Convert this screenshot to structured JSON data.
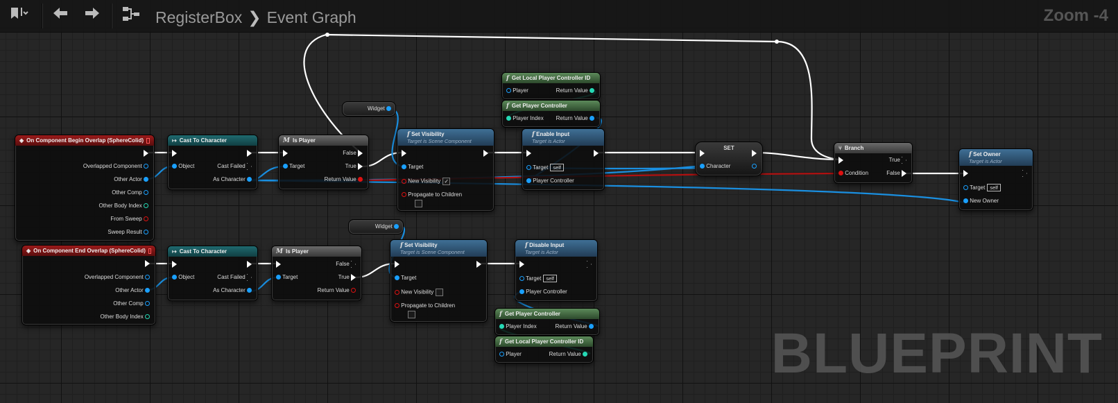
{
  "toolbar": {
    "bookmark_icon": "bookmark-icon",
    "back_icon": "arrow-left-icon",
    "forward_icon": "arrow-right-icon",
    "graph_icon": "graph-hierarchy-icon",
    "breadcrumb_parent": "RegisterBox",
    "breadcrumb_current": "Event Graph",
    "zoom": "Zoom -4"
  },
  "watermark": "BLUEPRINT",
  "colors": {
    "exec": "#ffffff",
    "object_pin": "#1aa0ff",
    "int_pin": "#25d9b5",
    "bool_pin": "#d11111",
    "event_header": "#9b1a1a",
    "cast_header": "#1f6a6f",
    "function_header": "#3f6f95",
    "pure_function_header": "#5c8a5a"
  },
  "nodes": {
    "begin_overlap": {
      "title": "On Component Begin Overlap (SphereColid)",
      "pins": [
        "Overlapped Component",
        "Other Actor",
        "Other Comp",
        "Other Body Index",
        "From Sweep",
        "Sweep Result"
      ]
    },
    "end_overlap": {
      "title": "On Component End Overlap (SphereColid)",
      "pins": [
        "Overlapped Component",
        "Other Actor",
        "Other Comp",
        "Other Body Index"
      ]
    },
    "cast1": {
      "title": "Cast To Character",
      "object": "Object",
      "cast_failed": "Cast Failed",
      "as_character": "As Character"
    },
    "cast2": {
      "title": "Cast To Character",
      "object": "Object",
      "cast_failed": "Cast Failed",
      "as_character": "As Character"
    },
    "isplayer1": {
      "title": "Is Player",
      "false": "False",
      "true": "True",
      "target": "Target",
      "return": "Return Value"
    },
    "isplayer2": {
      "title": "Is Player",
      "false": "False",
      "true": "True",
      "target": "Target",
      "return": "Return Value"
    },
    "widget1": {
      "label": "Widget"
    },
    "widget2": {
      "label": "Widget"
    },
    "setvis1": {
      "title": "Set Visibility",
      "subtitle": "Target is Scene Component",
      "target": "Target",
      "new_visibility": "New Visibility",
      "new_visibility_checked": true,
      "propagate": "Propagate to Children"
    },
    "setvis2": {
      "title": "Set Visibility",
      "subtitle": "Target is Scene Component",
      "target": "Target",
      "new_visibility": "New Visibility",
      "new_visibility_checked": false,
      "propagate": "Propagate to Children"
    },
    "getlocalid1": {
      "title": "Get Local Player Controller ID",
      "player": "Player",
      "return": "Return Value"
    },
    "getpc1": {
      "title": "Get Player Controller",
      "player_index": "Player Index",
      "return": "Return Value"
    },
    "enableinput": {
      "title": "Enable Input",
      "subtitle": "Target is Actor",
      "target": "Target",
      "self": "self",
      "player_controller": "Player Controller"
    },
    "disableinput": {
      "title": "Disable Input",
      "subtitle": "Target is Actor",
      "target": "Target",
      "self": "self",
      "player_controller": "Player Controller"
    },
    "getpc2": {
      "title": "Get Player Controller",
      "player_index": "Player Index",
      "return": "Return Value"
    },
    "getlocalid2": {
      "title": "Get Local Player Controller ID",
      "player": "Player",
      "return": "Return Value"
    },
    "set": {
      "title": "SET",
      "character": "Character"
    },
    "branch": {
      "title": "Branch",
      "true": "True",
      "false": "False",
      "condition": "Condition"
    },
    "setowner": {
      "title": "Set Owner",
      "subtitle": "Target is Actor",
      "target": "Target",
      "self": "self",
      "new_owner": "New Owner"
    }
  }
}
